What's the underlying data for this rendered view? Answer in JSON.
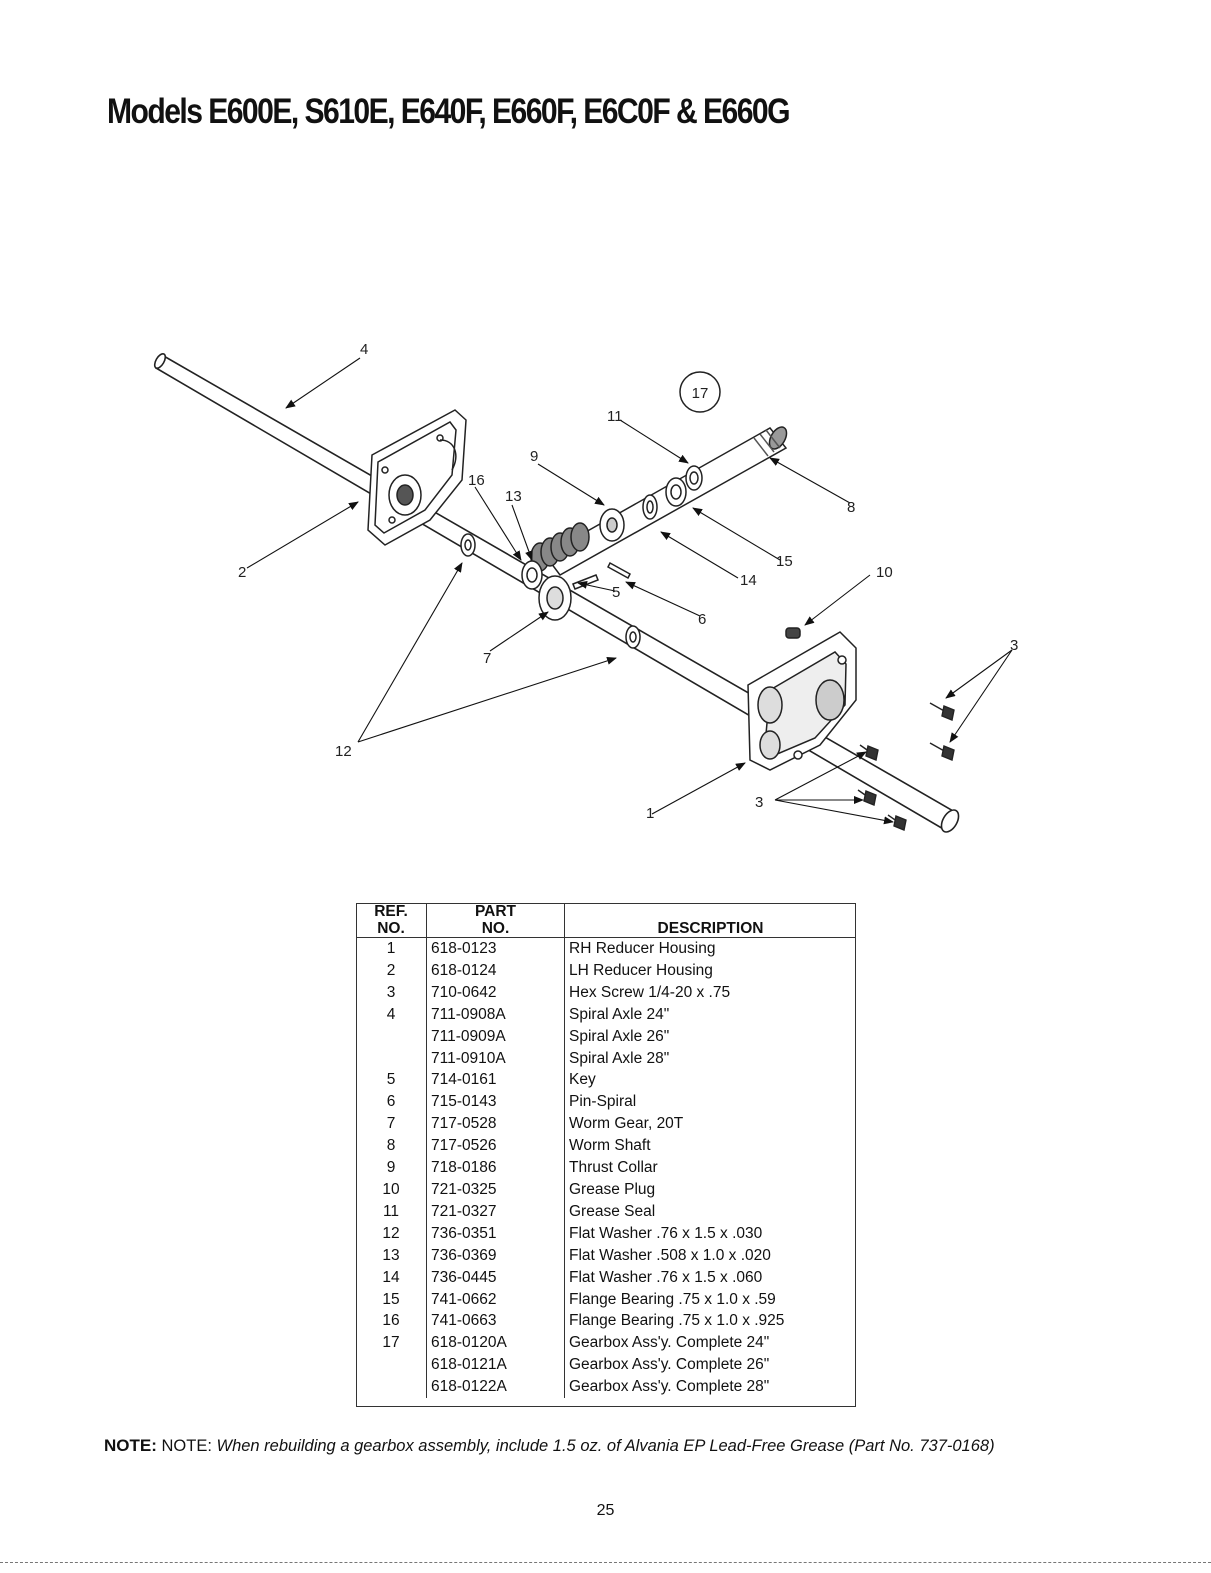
{
  "title": "Models E600E, S610E, E640F, E660F, E6C0F & E660G",
  "callouts": {
    "c1": "1",
    "c2": "2",
    "c3a": "3",
    "c3b": "3",
    "c4": "4",
    "c5": "5",
    "c6": "6",
    "c7": "7",
    "c8": "8",
    "c9": "9",
    "c10": "10",
    "c11": "11",
    "c12": "12",
    "c13": "13",
    "c14": "14",
    "c15": "15",
    "c16": "16",
    "c17": "17"
  },
  "table": {
    "headers": {
      "ref_line1": "REF.",
      "ref_line2": "NO.",
      "part_line1": "PART",
      "part_line2": "NO.",
      "description": "DESCRIPTION"
    },
    "rows": [
      {
        "ref": "1",
        "part": "618-0123",
        "desc": "RH Reducer Housing"
      },
      {
        "ref": "2",
        "part": "618-0124",
        "desc": "LH Reducer Housing"
      },
      {
        "ref": "3",
        "part": "710-0642",
        "desc": "Hex Screw 1/4-20 x .75"
      },
      {
        "ref": "4",
        "part": "711-0908A",
        "desc": "Spiral Axle 24\""
      },
      {
        "ref": "",
        "part": "711-0909A",
        "desc": "Spiral Axle 26\""
      },
      {
        "ref": "",
        "part": "711-0910A",
        "desc": "Spiral Axle 28\""
      },
      {
        "ref": "5",
        "part": "714-0161",
        "desc": "Key"
      },
      {
        "ref": "6",
        "part": "715-0143",
        "desc": "Pin-Spiral"
      },
      {
        "ref": "7",
        "part": "717-0528",
        "desc": "Worm Gear, 20T"
      },
      {
        "ref": "8",
        "part": "717-0526",
        "desc": "Worm Shaft"
      },
      {
        "ref": "9",
        "part": "718-0186",
        "desc": "Thrust Collar"
      },
      {
        "ref": "10",
        "part": "721-0325",
        "desc": "Grease Plug"
      },
      {
        "ref": "11",
        "part": "721-0327",
        "desc": "Grease Seal"
      },
      {
        "ref": "12",
        "part": "736-0351",
        "desc": "Flat Washer .76 x 1.5 x .030"
      },
      {
        "ref": "13",
        "part": "736-0369",
        "desc": "Flat Washer .508 x 1.0 x .020"
      },
      {
        "ref": "14",
        "part": "736-0445",
        "desc": "Flat Washer .76 x 1.5 x .060"
      },
      {
        "ref": "15",
        "part": "741-0662",
        "desc": "Flange Bearing .75 x 1.0 x .59"
      },
      {
        "ref": "16",
        "part": "741-0663",
        "desc": "Flange Bearing .75 x 1.0 x .925"
      },
      {
        "ref": "17",
        "part": "618-0120A",
        "desc": "Gearbox Ass'y. Complete 24\""
      },
      {
        "ref": "",
        "part": "618-0121A",
        "desc": "Gearbox Ass'y. Complete 26\""
      },
      {
        "ref": "",
        "part": "618-0122A",
        "desc": "Gearbox Ass'y. Complete 28\""
      }
    ]
  },
  "note": {
    "label": "NOTE:",
    "prefix": "NOTE:",
    "body": "When rebuilding a gearbox assembly, include 1.5 oz. of Alvania EP Lead-Free Grease (Part No. 737-0168)"
  },
  "page_number": "25"
}
